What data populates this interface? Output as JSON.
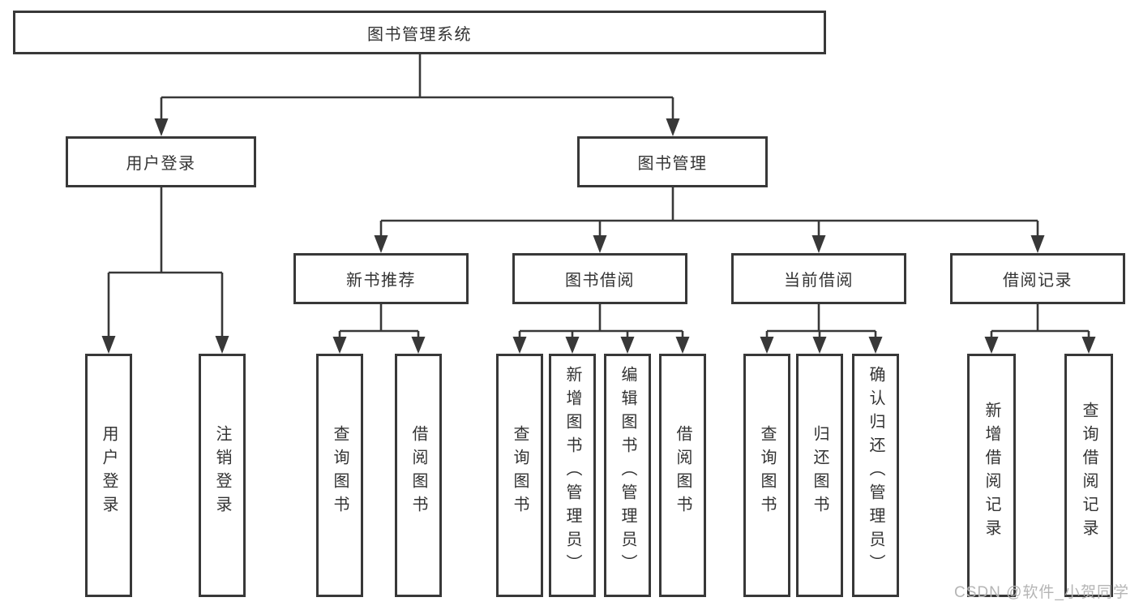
{
  "diagram": {
    "type": "hierarchy",
    "root": {
      "label": "图书管理系统"
    },
    "level2": [
      {
        "id": "user-login",
        "label": "用户登录"
      },
      {
        "id": "book-management",
        "label": "图书管理"
      }
    ],
    "level3": [
      {
        "id": "new-book-recommend",
        "label": "新书推荐"
      },
      {
        "id": "book-borrow",
        "label": "图书借阅"
      },
      {
        "id": "current-borrow",
        "label": "当前借阅"
      },
      {
        "id": "borrow-records",
        "label": "借阅记录"
      }
    ],
    "leaves": {
      "user_login": [
        {
          "label": "用户登录"
        },
        {
          "label": "注销登录"
        }
      ],
      "new_book_recommend": [
        {
          "label": "查询图书"
        },
        {
          "label": "借阅图书"
        }
      ],
      "book_borrow": [
        {
          "label": "查询图书"
        },
        {
          "label": "新增图书（管理员）"
        },
        {
          "label": "编辑图书（管理员）"
        },
        {
          "label": "借阅图书"
        }
      ],
      "current_borrow": [
        {
          "label": "查询图书"
        },
        {
          "label": "归还图书"
        },
        {
          "label": "确认归还（管理员）"
        }
      ],
      "borrow_records": [
        {
          "label": "新增借阅记录"
        },
        {
          "label": "查询借阅记录"
        }
      ]
    }
  },
  "watermark": {
    "text": "CSDN @软件_小贺同学"
  },
  "colors": {
    "line": "#383838",
    "text": "#333333",
    "background": "#ffffff",
    "watermark": "#b5b5b5"
  }
}
